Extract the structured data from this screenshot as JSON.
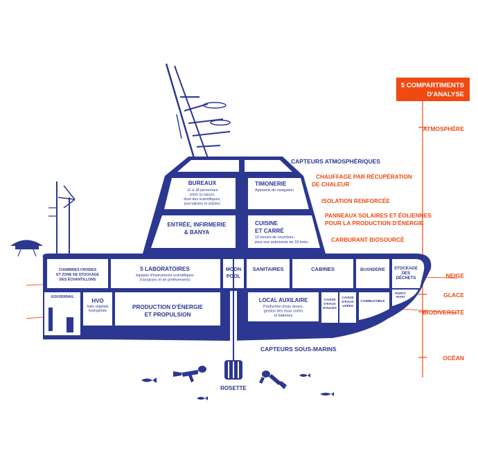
{
  "colors": {
    "primary": "#2b3790",
    "accent": "#ee4a12",
    "background": "#ffffff"
  },
  "legend": {
    "title_line1": "5 COMPARTIMENTS",
    "title_line2": "D'ANALYSE"
  },
  "zones": [
    "ATMOSPHÈRE",
    "NEIGE",
    "GLACE",
    "BIODIVERSITÉ",
    "OCÉAN"
  ],
  "callouts": {
    "capteurs_atmo": "CAPTEURS ATMOSPHÉRIQUES",
    "chauffage_1": "CHAUFFAGE PAR RÉCUPÉRATION",
    "chauffage_2": "DE CHALEUR",
    "isolation": "ISOLATION RENFORCÉE",
    "panneaux_1": "PANNEAUX SOLAIRES ET ÉOLIENNES",
    "panneaux_2": "POUR LA PRODUCTION D'ÉNERGIE",
    "carburant": "CARBURANT BIOSOURCÉ",
    "capteurs_sous_marins": "CAPTEURS SOUS-MARINS",
    "rosette": "ROSETTE"
  },
  "rooms": {
    "bureaux": {
      "title": "BUREAUX",
      "desc": [
        "12 à 18 personnes",
        "selon la saison,",
        "dont des scientifiques,",
        "journalistes et artistes"
      ]
    },
    "timonerie": {
      "title": "TIMONERIE",
      "desc": [
        "Appareils de navigation"
      ]
    },
    "entree": {
      "title": [
        "ENTRÉE, INFIRMERIE",
        "& BANYA"
      ]
    },
    "cuisine": {
      "title": [
        "CUISINE",
        "ET CARRÉ"
      ],
      "desc": [
        "10 tonnes de nourriture,",
        "pour une autonomie de 18 mois."
      ]
    },
    "chambres": {
      "title": [
        "CHAMBRES FROIDES",
        "ET ZONE DE STOCKAGE",
        "DES ÉCHANTILLONS"
      ]
    },
    "laboratoires": {
      "title": "5 LABORATOIRES",
      "desc": [
        "équipés d'instruments scientifiques",
        "d'analyses et de prélèvements"
      ]
    },
    "moonpool": {
      "title": [
        "MOON",
        "POOL"
      ]
    },
    "sanitaires": {
      "title": "SANITAIRES"
    },
    "cabines": {
      "title": "CABINES"
    },
    "buanderie": {
      "title": "BUANDERIE"
    },
    "stockage": {
      "title": [
        "STOCKAGE",
        "DES",
        "DÉCHETS"
      ]
    },
    "gouvernail": {
      "title": "GOUVERNAIL"
    },
    "hvo": {
      "title": "HVO",
      "desc": [
        "huile végétale",
        "hydrogénée"
      ]
    },
    "production": {
      "title": [
        "PRODUCTION D'ÉNERGIE",
        "ET PROPULSION"
      ]
    },
    "local": {
      "title": "LOCAL AUXILAIRE",
      "desc": [
        "Production d'eau douce,",
        "gestion des eaux usées",
        "et batteries"
      ]
    },
    "caisse_douces": {
      "title": [
        "CAISSE",
        "D'EAUX",
        "DOUCES"
      ]
    },
    "caisse_usees": {
      "title": [
        "CAISSE",
        "D'EAUX",
        "USÉES"
      ]
    },
    "combustible": {
      "title": "COMBUSTIBLE"
    },
    "points_avant": {
      "title": [
        "POINTS",
        "AVANT"
      ]
    }
  }
}
